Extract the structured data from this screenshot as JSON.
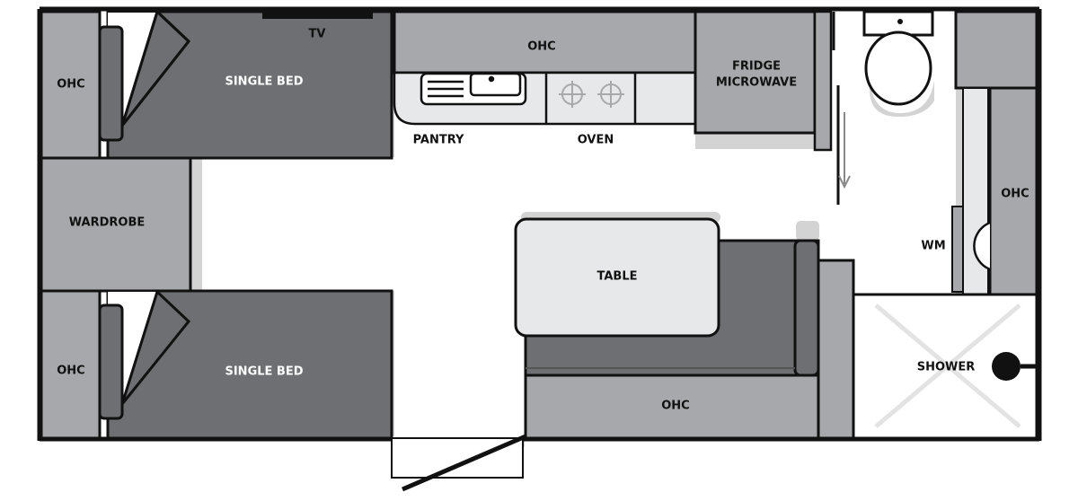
{
  "labels": {
    "ohc": "OHC",
    "single_bed": "SINGLE BED",
    "tv": "TV",
    "wardrobe": "WARDROBE",
    "pantry": "PANTRY",
    "oven": "OVEN",
    "fridge_line1": "FRIDGE",
    "fridge_line2": "MICROWAVE",
    "table": "TABLE",
    "wm": "WM",
    "shower": "SHOWER"
  },
  "colors": {
    "wall": "#111111",
    "bed": "#6e6f73",
    "cabinet": "#a7a8ab",
    "shadow": "#d3d3d3",
    "counter": "#e7e8e9",
    "floor": "#ffffff"
  }
}
